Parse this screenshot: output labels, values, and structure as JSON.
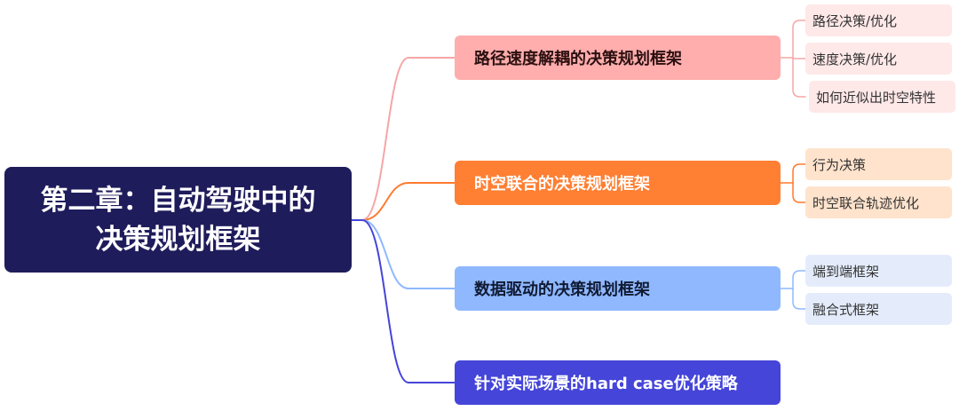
{
  "root": {
    "line1": "第二章：自动驾驶中的",
    "line2": "决策规划框架"
  },
  "branches": [
    {
      "label": "路径速度解耦的决策规划框架",
      "line_color": "#f5a6a6",
      "fill": "#ffadad",
      "children": [
        "路径决策/优化",
        "速度决策/优化",
        "如何近似出时空特性"
      ]
    },
    {
      "label": "时空联合的决策规划框架",
      "line_color": "#ff7a2e",
      "fill": "#ff7f33",
      "children": [
        "行为决策",
        "时空联合轨迹优化"
      ]
    },
    {
      "label": "数据驱动的决策规划框架",
      "line_color": "#8fb8ff",
      "fill": "#8fb8ff",
      "children": [
        "端到端框架",
        "融合式框架"
      ]
    },
    {
      "label": "针对实际场景的hard case优化策略",
      "line_color": "#4545d9",
      "fill": "#4545d9",
      "children": []
    }
  ],
  "colors": {
    "root_fill": "#1f1c5c",
    "root_text": "#ffffff"
  }
}
